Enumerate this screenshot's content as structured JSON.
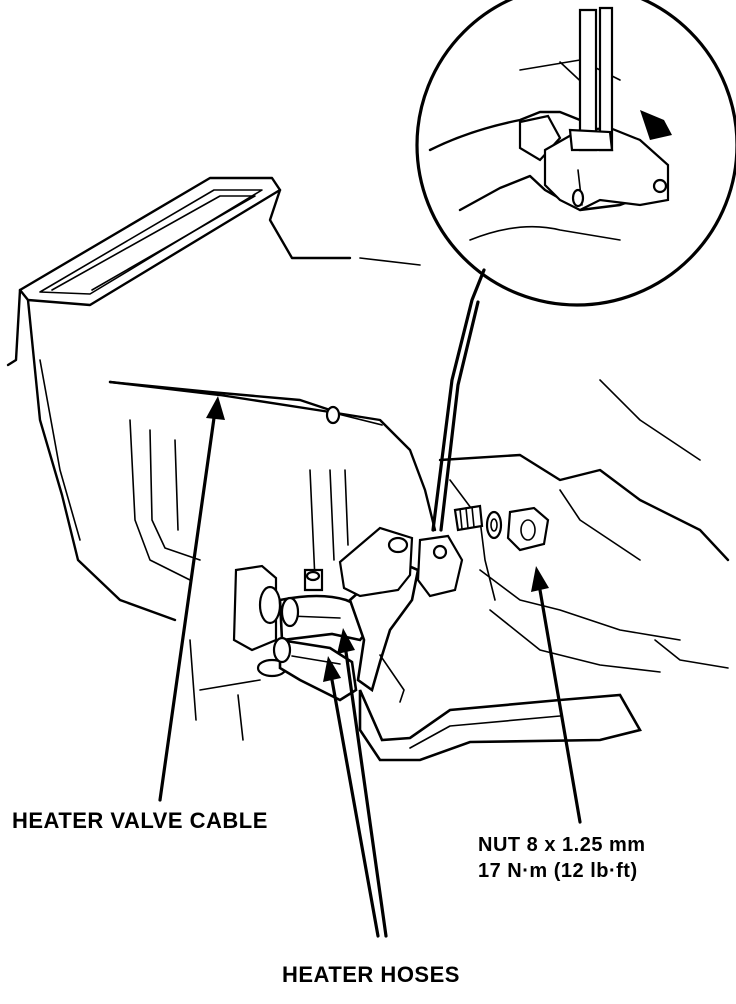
{
  "labels": {
    "heater_valve_cable": "HEATER VALVE CABLE",
    "nut_spec_line1": "NUT 8 x 1.25 mm",
    "nut_spec_line2": "17 N·m (12 lb·ft)",
    "heater_hoses": "HEATER HOSES"
  }
}
